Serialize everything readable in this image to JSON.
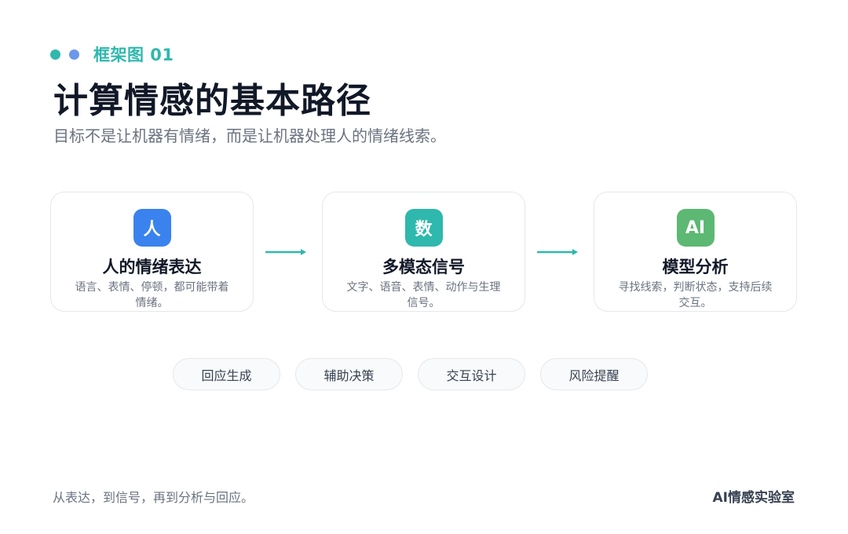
{
  "header": {
    "eyebrow": "框架图 01",
    "title": "计算情感的基本路径",
    "subtitle": "目标不是让机器有情绪，而是让机器处理人的情绪线索。"
  },
  "steps": [
    {
      "icon": "人",
      "title": "人的情绪表达",
      "desc": "语言、表情、停顿，都可能带着情绪。"
    },
    {
      "icon": "数",
      "title": "多模态信号",
      "desc": "文字、语音、表情、动作与生理信号。"
    },
    {
      "icon": "AI",
      "title": "模型分析",
      "desc": "寻找线索，判断状态，支持后续交互。"
    }
  ],
  "applications": [
    "回应生成",
    "辅助决策",
    "交互设计",
    "风险提醒"
  ],
  "footer": {
    "left": "从表达，到信号，再到分析与回应。",
    "right": "AI情感实验室"
  },
  "colors": {
    "accent": "#2fb8ad",
    "secondary": "#6b98ea",
    "icon_step1": "#3a82ee",
    "icon_step2": "#2fb8ad",
    "icon_step3": "#5cb872"
  }
}
